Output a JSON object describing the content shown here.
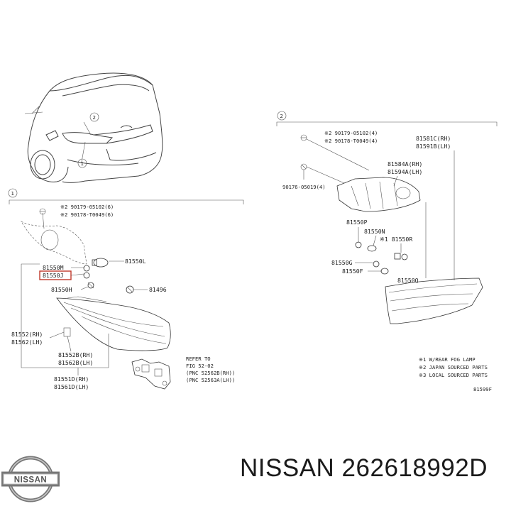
{
  "caption": {
    "brand": "NISSAN",
    "part_number": "262618992D"
  },
  "logo": {
    "text": "NISSAN",
    "icon": "nissan-logo-icon"
  },
  "callouts": {
    "one": "1",
    "two": "2"
  },
  "left_section": {
    "hardware_a": "※2 90179-05102(6)",
    "hardware_b": "※2 90178-T0049(6)",
    "p_81550M": "81550M",
    "p_81550J": "81550J",
    "p_81550L": "81550L",
    "p_81550H": "81550H",
    "p_81496": "81496",
    "p_81552_rh": "81552(RH)",
    "p_81562_lh": "81562(LH)",
    "p_81552B_rh": "81552B(RH)",
    "p_81562B_lh": "81562B(LH)",
    "p_81551D_rh": "81551D(RH)",
    "p_81561D_lh": "81561D(LH)",
    "refer_1": "REFER TO",
    "refer_2": "FIG 52-02",
    "refer_3": "(PNC 52562B(RH))",
    "refer_4": "(PNC 52563A(LH))"
  },
  "right_section": {
    "hardware_a": "※2 90179-05102(4)",
    "hardware_b": "※2 90178-T0049(4)",
    "hardware_c": "90176-05019(4)",
    "p_81581C_rh": "81581C(RH)",
    "p_81591B_lh": "81591B(LH)",
    "p_81584A_rh": "81584A(RH)",
    "p_81594A_lh": "81594A(LH)",
    "p_81550P": "81550P",
    "p_81550N": "81550N",
    "p_81550R": "※1 81550R",
    "p_81550G": "81550G",
    "p_81550F": "81550F",
    "p_81550Q": "81550Q",
    "note_1": "※1 W/REAR FOG LAMP",
    "note_2": "※2 JAPAN SOURCED PARTS",
    "note_3": "※3 LOCAL SOURCED PARTS",
    "ref_code": "81599F"
  },
  "colors": {
    "highlight": "#c0392b",
    "line": "#333333"
  }
}
